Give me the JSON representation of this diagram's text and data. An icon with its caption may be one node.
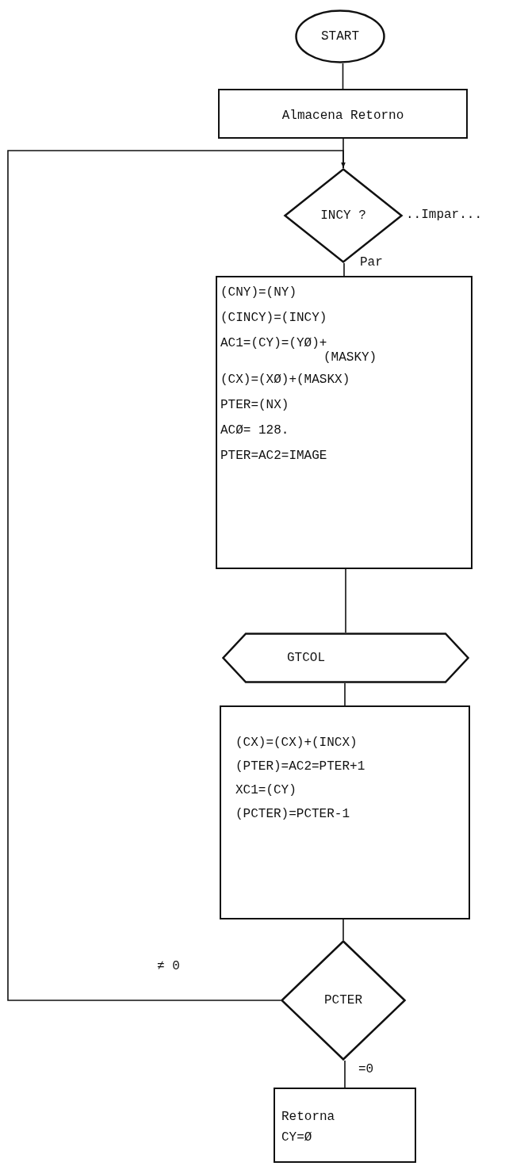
{
  "diagram": {
    "nodes": [
      {
        "text": [
          "START"
        ]
      },
      {
        "text": [
          "Almacena Retorno"
        ]
      },
      {
        "text": [
          "INCY ?"
        ]
      },
      {
        "text": [
          "(CNY)=(NY)",
          "(CINCY)=(INCY)",
          "AC1=(CY)=(YØ)+ (MASKY)",
          "(CX)=(XØ)+(MASKX)",
          "PTER=(NX)",
          "ACØ= 128.",
          "PTER=AC2=IMAGE"
        ]
      },
      {
        "text": [
          "GTCOL"
        ]
      },
      {
        "text": [
          "(CX)=(CX)+(INCX)",
          "(PTER)=AC2=PTER+1",
          "XC1=(CY)",
          "(PCTER)=PCTER-1"
        ]
      },
      {
        "text": [
          "PCTER"
        ]
      },
      {
        "text": [
          "Retorna",
          "CY=Ø"
        ]
      }
    ],
    "edges": [
      {
        "from": 0,
        "to": 1,
        "arrow": "none"
      },
      {
        "from": 1,
        "to": 2,
        "arrow": "none"
      },
      {
        "from": 2,
        "to": 3,
        "arrow": "none",
        "label": "Par"
      },
      {
        "from": 3,
        "to": 4,
        "arrow": "none"
      },
      {
        "from": 4,
        "to": 5,
        "arrow": "none"
      },
      {
        "from": 5,
        "to": 6,
        "arrow": "none"
      },
      {
        "from": 6,
        "to": 2,
        "arrow": "to",
        "label": "≠ 0"
      },
      {
        "from": 6,
        "to": 7,
        "arrow": "none",
        "label": "=0"
      }
    ],
    "labels": [
      "..Impar..."
    ]
  }
}
